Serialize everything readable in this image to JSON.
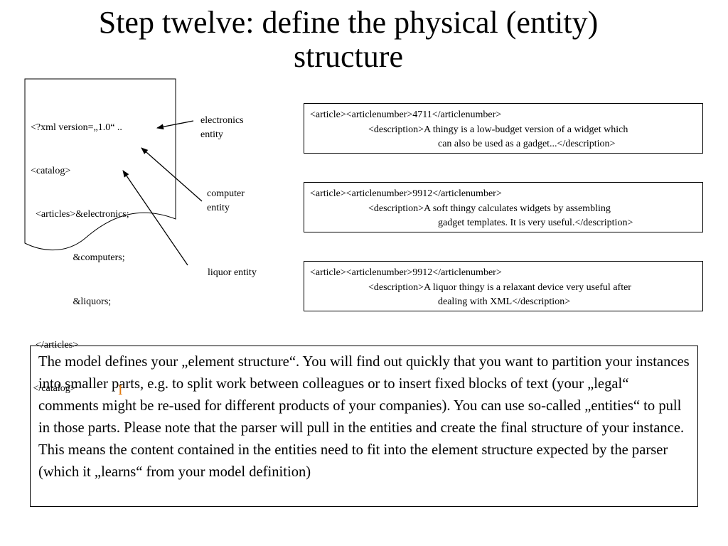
{
  "slide": {
    "title_line1": "Step twelve: define the physical (entity)",
    "title_line2": "structure"
  },
  "catalog_doc": {
    "lines": [
      "<?xml version=„1.0“ ..",
      "<catalog>",
      "  <articles>&electronics;",
      "                 &computers;",
      "                 &liquors;",
      "  </articles>",
      " </catalog>"
    ]
  },
  "labels": {
    "electronics_line1": "electronics",
    "electronics_line2": "entity",
    "computer_line1": "computer",
    "computer_line2": "entity",
    "liquor": "liquor entity"
  },
  "entities": [
    {
      "line1": "<article><articlenumber>4711</articlenumber>",
      "line2": "<description>A thingy is a low-budget version of a widget which",
      "line3": "can also be used as a gadget...</description>"
    },
    {
      "line1": "<article><articlenumber>9912</articlenumber>",
      "line2": "<description>A soft thingy calculates widgets by assembling",
      "line3": "gadget templates. It is very useful.</description>"
    },
    {
      "line1": "<article><articlenumber>9912</articlenumber>",
      "line2": "<description>A liquor thingy is a relaxant device very useful after",
      "line3": "dealing with XML</description>"
    }
  ],
  "note": {
    "text": "The model defines your „element structure“. You will find out quickly that you want to partition your instances into smaller parts, e.g. to split work between colleagues or to insert fixed blocks of text (your „legal“ comments might be re-used for different products of your companies). You can use so-called „entities“ to pull in those parts. Please note that the parser will pull in the entities and create the final structure of your instance. This means the content contained in the entities need to fit into the element structure expected by the parser (which it „learns“ from your model definition)"
  },
  "cursor_glyph": "I",
  "colors": {
    "cursor": "#e07a10"
  }
}
